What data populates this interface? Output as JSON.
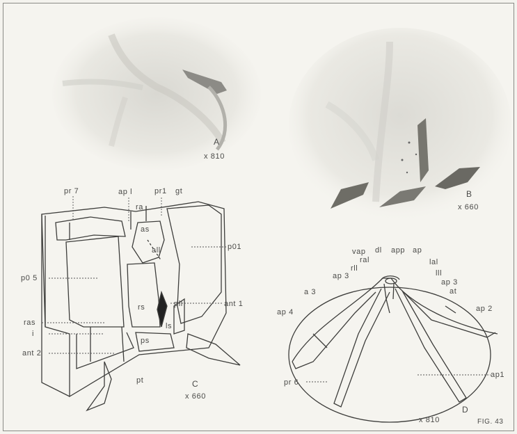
{
  "figure_label": "FIG. 43",
  "panels": {
    "A": {
      "letter": "A",
      "magnification": "x 810"
    },
    "B": {
      "letter": "B",
      "magnification": "x 660"
    },
    "C": {
      "letter": "C",
      "magnification": "x 660",
      "labels": [
        "pr7",
        "ap1",
        "pr1",
        "gt",
        "ra",
        "as",
        "all",
        "p01",
        "p05",
        "rs",
        "pll",
        "ant1",
        "ras",
        "i",
        "ls",
        "ant2",
        "ps",
        "pt"
      ]
    },
    "D": {
      "letter": "D",
      "magnification": "x 810",
      "labels": [
        "vap",
        "dl",
        "app",
        "ap",
        "ral",
        "lal",
        "rll",
        "ap3",
        "lll",
        "ap3",
        "a3",
        "at",
        "ap4",
        "ap2",
        "pr6",
        "ap1"
      ]
    }
  },
  "text": {
    "pr7": "pr 7",
    "ap1_top": "ap l",
    "pr1": "pr1",
    "gt": "gt",
    "ra": "ra",
    "as": "as",
    "all": "all",
    "p01": "p01",
    "p05": "p0 5",
    "rs": "rs",
    "pll": "pll",
    "ant1": "ant 1",
    "ras": "ras",
    "i": "i",
    "ls": "ls",
    "ant2": "ant 2",
    "ps": "ps",
    "pt": "pt",
    "vap": "vap",
    "dl": "dl",
    "app": "app",
    "ap": "ap",
    "ral": "ral",
    "lal": "lal",
    "rll": "rll",
    "lll": "lll",
    "ap3_left": "ap 3",
    "ap3_right": "ap 3",
    "a3": "a 3",
    "at": "at",
    "ap4": "ap 4",
    "ap2": "ap 2",
    "pr6": "pr 6",
    "ap1_d": "ap1"
  }
}
